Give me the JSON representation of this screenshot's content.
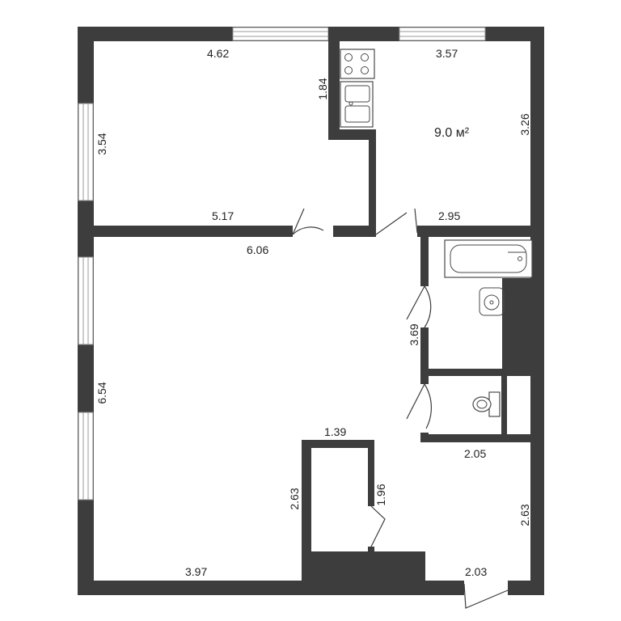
{
  "plan": {
    "area_label": "9.0 м²",
    "dimensions": {
      "top_left_width": "4.62",
      "top_right_width": "3.57",
      "left_room_height": "3.54",
      "kitchen_niche": "1.84",
      "kitchen_height": "3.26",
      "left_room_bottom": "5.17",
      "kitchen_bottom": "2.95",
      "living_top": "6.06",
      "living_height": "6.54",
      "bath_height": "3.69",
      "closet_width": "1.39",
      "wc_bottom": "2.05",
      "closet_left": "2.63",
      "closet_door": "1.96",
      "hall_height": "2.63",
      "living_bottom": "3.97",
      "hall_bottom": "2.03"
    }
  }
}
